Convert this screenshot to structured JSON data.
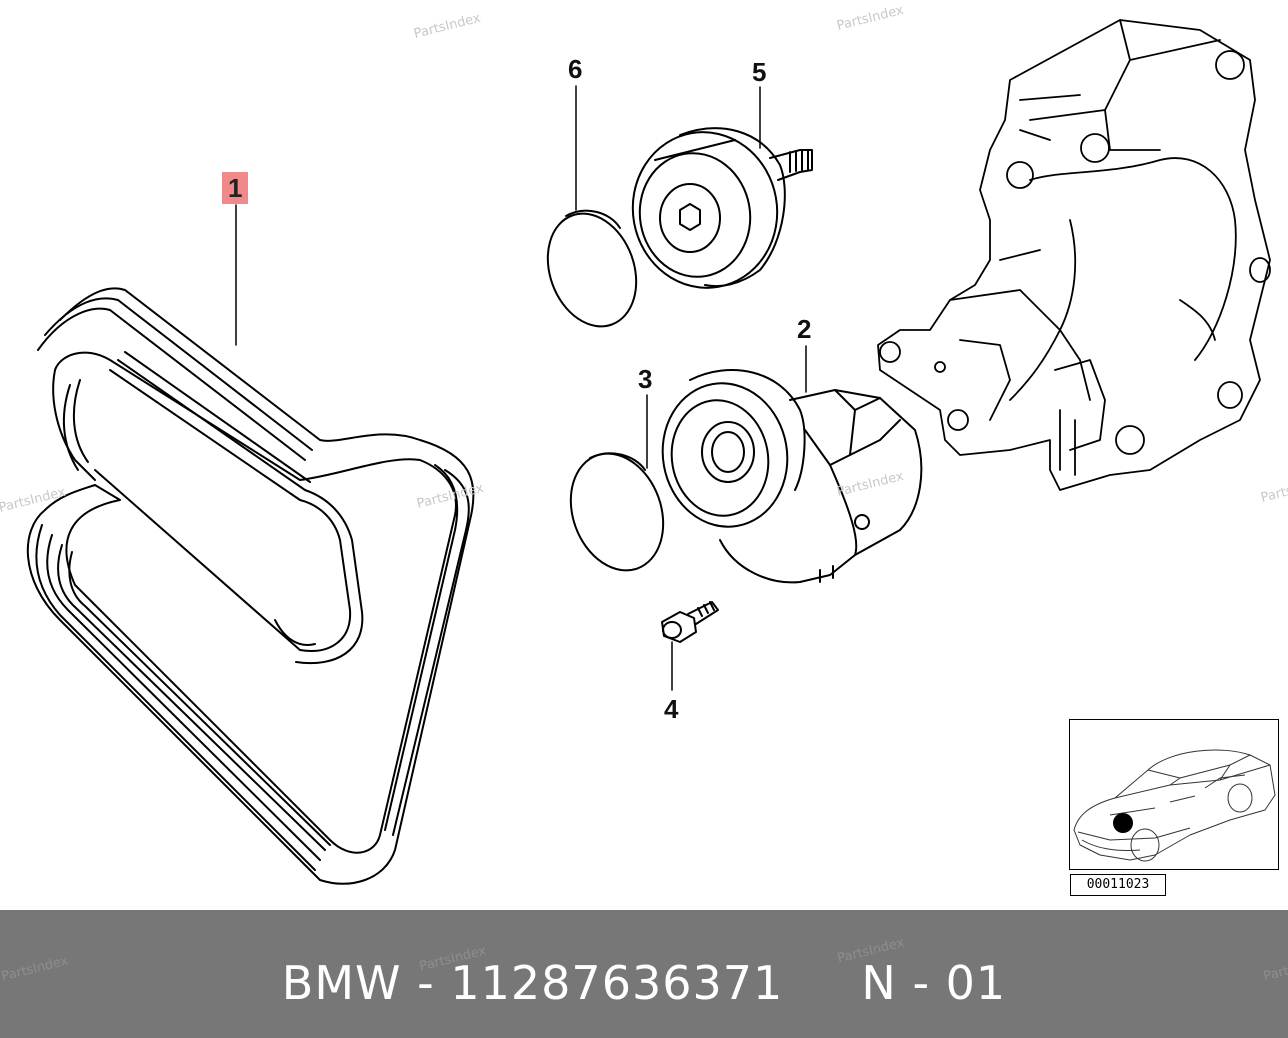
{
  "callouts": {
    "c1": "1",
    "c2": "2",
    "c3": "3",
    "c4": "4",
    "c5": "5",
    "c6": "6"
  },
  "highlight_color": "#f08a8a",
  "reference_number": "00011023",
  "footer": {
    "brand": "BMW",
    "part_number": "11287636371",
    "position": "N - 01",
    "text": "BMW - 11287636371     N - 01"
  },
  "watermark": "PartsIndex",
  "footer_color": "#777777"
}
